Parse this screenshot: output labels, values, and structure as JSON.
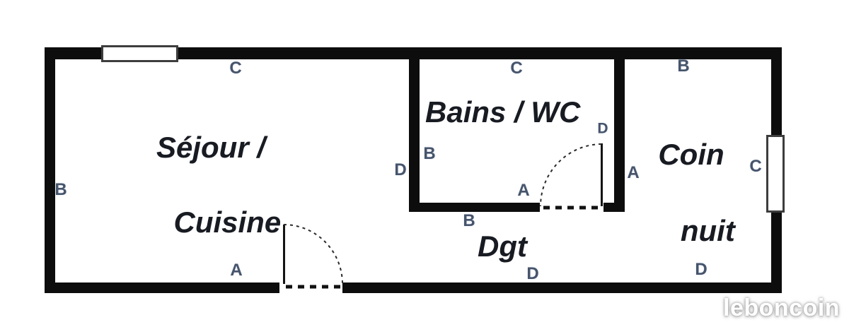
{
  "plan": {
    "type": "floor-plan",
    "colors": {
      "wall": "#0d0d0d",
      "wall_letter": "#46546b",
      "room_name": "#181b22",
      "watermark_text": "#ffffff"
    },
    "rooms": {
      "sejour_cuisine": {
        "name_line1": "Séjour /",
        "name_line2": "Cuisine"
      },
      "bains_wc": {
        "name": "Bains / WC"
      },
      "coin_nuit": {
        "name_line1": "Coin",
        "name_line2": "nuit"
      },
      "dgt": {
        "name": "Dgt"
      }
    },
    "wall_labels": {
      "sejour_top": "C",
      "sejour_left": "B",
      "sejour_bottom": "A",
      "sejour_right": "D",
      "bains_top": "C",
      "bains_left": "B",
      "bains_bottom": "A",
      "bains_door": "D",
      "coin_top": "B",
      "coin_left": "A",
      "coin_right": "C",
      "coin_bottom": "D",
      "dgt_top": "B",
      "dgt_bottom": "D"
    },
    "symbols": {
      "window_top": "window",
      "window_right": "window",
      "door_sejour": "door-swing",
      "door_bains": "door-swing"
    }
  },
  "watermark": {
    "text": "leboncoin"
  }
}
